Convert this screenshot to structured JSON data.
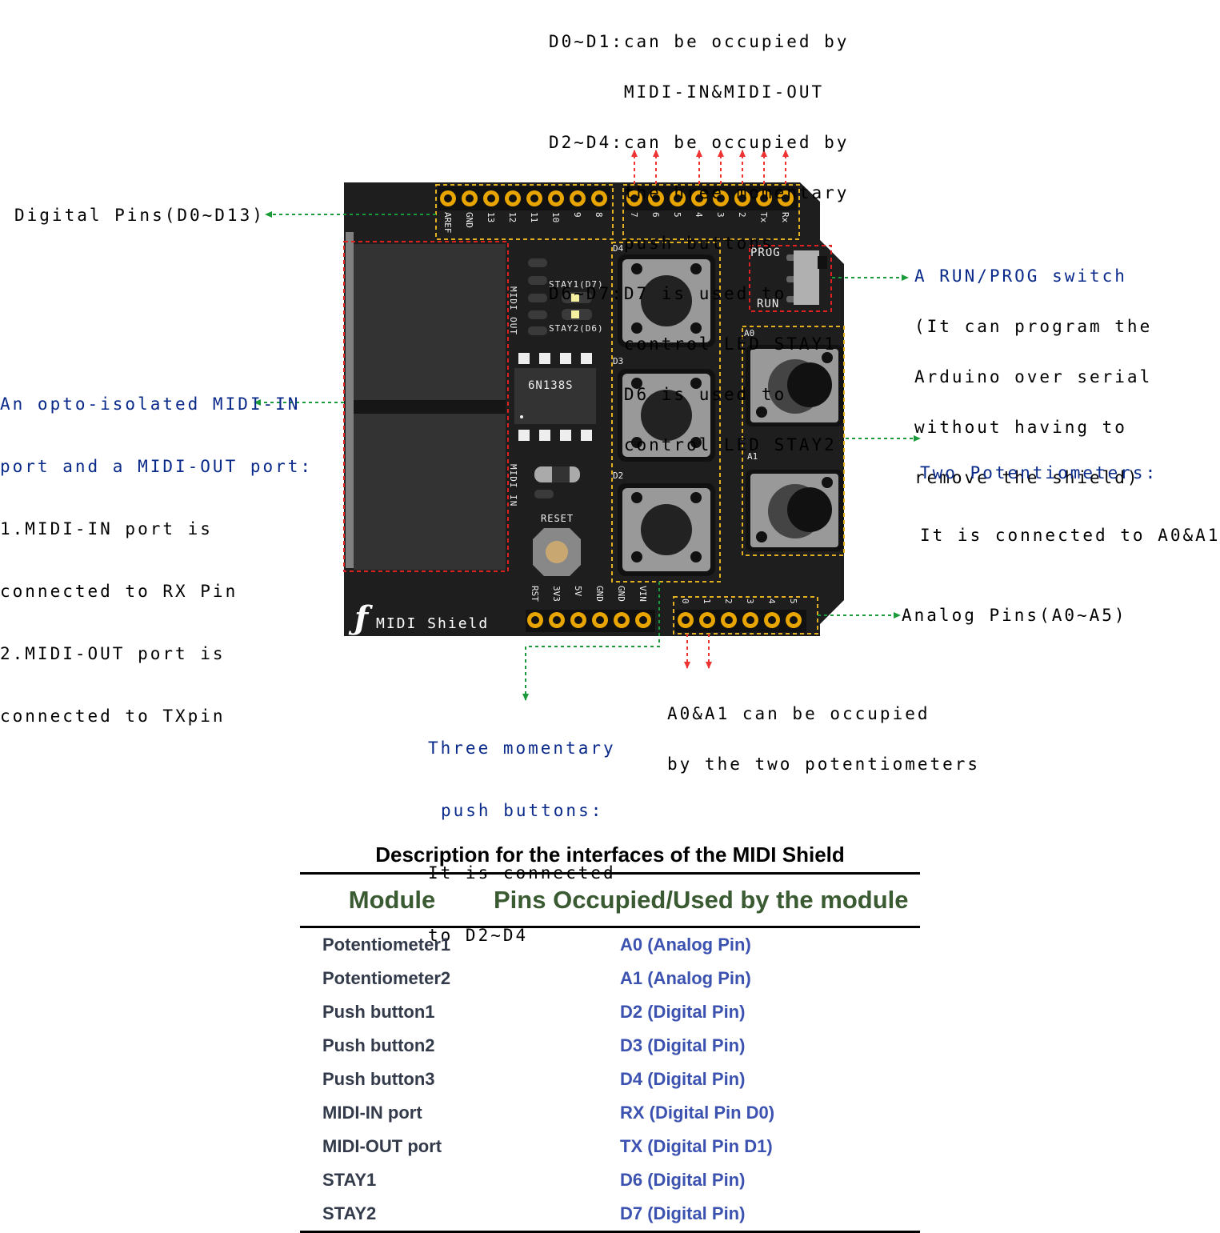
{
  "callouts": {
    "top": [
      {
        "head": "D0~D1:",
        "lines": [
          "can be occupied by",
          "MIDI-IN&MIDI-OUT"
        ]
      },
      {
        "head": "D2~D4:",
        "lines": [
          "can be occupied by",
          "the hree momentary",
          "push buttons"
        ]
      },
      {
        "head": "D6~D7:",
        "lines": [
          "D7 is used to",
          "control LED STAY1",
          "D6 is used to",
          "control LED STAY2"
        ]
      }
    ],
    "digital_pins": "Digital Pins(D0~D13)",
    "midi_ports": {
      "heading": [
        "An opto-isolated MIDI-IN",
        "port and a MIDI-OUT port:"
      ],
      "lines": [
        "1.MIDI-IN port is",
        "connected to RX Pin",
        "2.MIDI-OUT port is",
        "connected to TXpin"
      ]
    },
    "switch": {
      "heading": "A RUN/PROG switch",
      "lines": [
        "(It can program the",
        "Arduino over serial",
        "without having to",
        "remove the shield)"
      ]
    },
    "potentiometers": {
      "heading": "Two Potentiometers:",
      "line": "It is connected to A0&A1"
    },
    "analog_pins": "Analog Pins(A0~A5)",
    "a0a1": [
      "A0&A1 can be occupied",
      "by the two potentiometers"
    ],
    "buttons": {
      "heading": [
        "Three momentary",
        "push buttons:"
      ],
      "lines": [
        "It is connected",
        "to D2~D4"
      ]
    }
  },
  "board": {
    "name": "MIDI Shield",
    "top_pins_left": [
      "AREF",
      "GND",
      "13",
      "12",
      "11",
      "10",
      "9",
      "8"
    ],
    "top_pins_right": [
      "7",
      "6",
      "5",
      "4",
      "3",
      "2",
      "Tx",
      "Rx"
    ],
    "power_pins": [
      "RST",
      "3V3",
      "5V",
      "GND",
      "GND",
      "VIN"
    ],
    "analog_pins": [
      "0",
      "1",
      "2",
      "3",
      "4",
      "5"
    ],
    "led_labels": [
      "STAY1(D7)",
      "STAY2(D6)"
    ],
    "midi_out_label": "MIDI OUT",
    "midi_in_label": "MIDI IN",
    "chip_label": "6N138S",
    "reset_label": "RESET",
    "button_labels": [
      "D4",
      "D3",
      "D2"
    ],
    "pot_labels": [
      "A0",
      "A1"
    ],
    "switch_labels": [
      "PROG",
      "RUN"
    ]
  },
  "table": {
    "title": "Description for the interfaces of the MIDI Shield",
    "headers": [
      "Module",
      "Pins Occupied/Used by the module"
    ],
    "rows": [
      [
        "Potentiometer1",
        "A0 (Analog Pin)"
      ],
      [
        "Potentiometer2",
        "A1 (Analog Pin)"
      ],
      [
        "Push button1",
        "D2 (Digital Pin)"
      ],
      [
        "Push button2",
        "D3 (Digital Pin)"
      ],
      [
        "Push button3",
        "D4 (Digital Pin)"
      ],
      [
        "MIDI-IN port",
        "RX (Digital Pin D0)"
      ],
      [
        "MIDI-OUT port",
        "TX (Digital Pin D1)"
      ],
      [
        "STAY1",
        "D6 (Digital Pin)"
      ],
      [
        "STAY2",
        "D7 (Digital Pin)"
      ]
    ]
  },
  "colors": {
    "board": "#1e1e1e",
    "pin_gold": "#e8a400",
    "highlight_yellow": "#e0b020",
    "highlight_red": "#dd2222",
    "arrow_green": "#1a9a3a",
    "arrow_red": "#ee3333",
    "heading_blue": "#0a2a8a",
    "table_header_green": "#3a5a32",
    "table_pin_blue": "#3c52b0"
  }
}
